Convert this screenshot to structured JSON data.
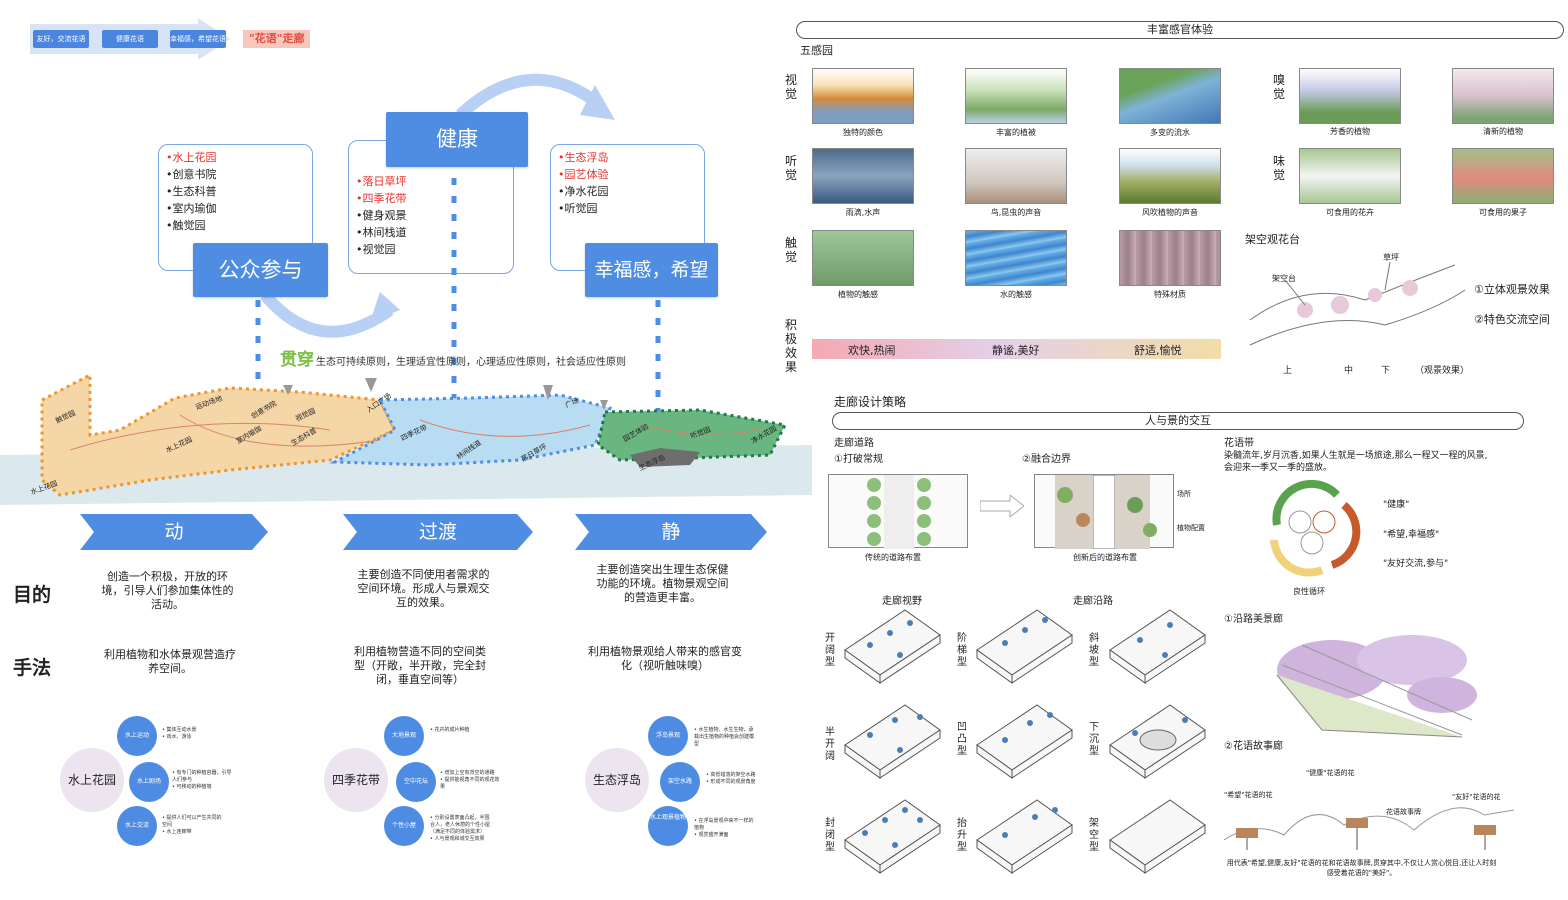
{
  "flow": {
    "steps": [
      "友好，交流花语",
      "健康花语",
      "幸福感，希望花语"
    ],
    "tag": "\"花语\"走廊"
  },
  "concepts": {
    "health": "健康",
    "public": "公众参与",
    "happy": "幸福感，希望",
    "left_list": [
      "•水上花园",
      "•创意书院",
      "•生态科普",
      "•室内瑜伽",
      "•触觉园"
    ],
    "left_red_count": 1,
    "mid_list": [
      "•落日草坪",
      "•四季花带",
      "•健身观景",
      "•林间栈道",
      "•视觉园"
    ],
    "mid_red_count": 2,
    "right_list": [
      "•生态浮岛",
      "•园艺体验",
      "•净水花园",
      "•听觉园"
    ],
    "right_red_count": 2
  },
  "principle": {
    "keyword": "贯穿",
    "text": "生态可持续原则，生理适宜性原则，心理适应性原则，社会适应性原则"
  },
  "map_labels": [
    "触觉园",
    "运动场地",
    "创意书院",
    "视觉园",
    "水上花园",
    "室内瑜伽",
    "入口广场",
    "生态科普",
    "四季花带",
    "林间栈道",
    "落日草坪",
    "广场",
    "园艺体验",
    "听觉园",
    "净水花园",
    "生态浮岛",
    "水上花园"
  ],
  "zones": {
    "dong": "动",
    "guodu": "过渡",
    "jing": "静"
  },
  "row_labels": {
    "purpose": "目的",
    "method": "手法"
  },
  "purpose": [
    "创造一个积极，开放的环境，引导人们参加集体性的活动。",
    "主要创造不同使用者需求的空间环境。形成人与景观交互的效果。",
    "主要创造突出生理生态保健功能的环境。植物景观空间的营造更丰富。"
  ],
  "method": [
    "利用植物和水体景观营造疗养空间。",
    "利用植物营造不同的空间类型（开敞，半开敞，完全封闭，垂直空间等）",
    "利用植物景观给人带来的感官变化（视听触味嗅）"
  ],
  "bubbles": [
    {
      "main": "水上花园",
      "small": [
        "水上运动",
        "水上剧场",
        "水上交流"
      ],
      "notes": [
        "• 集体互动水景\n• 戏水、游泳",
        "• 有专门的种植容器，引导人们参与\n• 可移动的种植墙",
        "• 提供人们可以产生共同的空间\n• 水上连廊带"
      ]
    },
    {
      "main": "四季花带",
      "small": [
        "大地景观",
        "空中花坛",
        "个性小屋"
      ],
      "notes": [
        "• 花卉的成片种植",
        "• 增加上空有背空的通路\n• 提供能视角不同的观花效果",
        "• 分别设置表面凸起，半围合人，老人休憩的个性小屋（满足不同的体验需求）\n• 人与景观和城交互效果"
      ]
    },
    {
      "main": "生态浮岛",
      "small": [
        "浮岛景观",
        "架空水路",
        "水上观景植物"
      ],
      "notes": [
        "• 水生植物、水生生物，承载出生植物的种植会创建模型",
        "• 高低错落的架空水路\n• 形成不同的观景角度",
        "• 在浮岛景观中来不一样的植物\n• 观赏盛开满面"
      ]
    }
  ],
  "senses": {
    "header": "丰富感官体验",
    "garden": "五感园",
    "rows": [
      {
        "label": "视觉",
        "caps": [
          "独特的颜色",
          "丰富的植被",
          "多变的流水"
        ]
      },
      {
        "label": "听觉",
        "caps": [
          "雨滴,水声",
          "鸟,昆虫的声音",
          "风吹植物的声音"
        ]
      },
      {
        "label": "触觉",
        "caps": [
          "植物的触感",
          "水的触感",
          "特殊材质"
        ]
      }
    ],
    "right_rows": [
      {
        "label": "嗅觉",
        "caps": [
          "芳香的植物",
          "清新的植物"
        ]
      },
      {
        "label": "味觉",
        "caps": [
          "可食用的花卉",
          "可食用的果子"
        ]
      }
    ],
    "effect_label": "积极效果",
    "effects": [
      "欢快,热闹",
      "静谧,美好",
      "舒适,愉悦"
    ],
    "platform": {
      "title": "架空观花台",
      "labels": [
        "架空台",
        "草坪"
      ],
      "points": [
        "①立体观景效果",
        "②特色交流空间"
      ],
      "views": [
        "上",
        "中",
        "下",
        "（观景效果）"
      ]
    }
  },
  "corridor": {
    "title": "走廊设计策略",
    "header": "人与景的交互",
    "road_title": "走廊道路",
    "road_steps": [
      "①打破常规",
      "②融合边界"
    ],
    "road_caps": [
      "传统的道路布置",
      "创新后的道路布置"
    ],
    "road_legend": [
      "场所",
      "植物配置"
    ],
    "flower_title": "花语带",
    "flower_text": "染髓流年,岁月沉香,如果人生就是一场旅途,那么一程又一程的风景,会迎来一季又一季的盛放。",
    "cycle_labels": [
      "\"健康\"",
      "\"希望,幸福感\"",
      "\"友好交流,参与\""
    ],
    "cycle_caption": "良性循环",
    "view_title": "走廊视野",
    "edge_title": "走廊沿路",
    "types": [
      [
        "开阔型",
        "阶梯型",
        "斜坡型"
      ],
      [
        "半开阔",
        "凹凸型",
        "下沉型"
      ],
      [
        "封闭型",
        "抬升型",
        "架空型"
      ]
    ],
    "view1": "①沿路美景廊",
    "view2": "②花语故事廊",
    "story_labels": [
      "\"健康\"花语的花",
      "\"希望\"花语的花",
      "\"友好\"花语的花",
      "花语故事牌"
    ],
    "story_text": "用代表\"希望,健康,友好\"花语的花和花语故事牌,贯穿其中,不仅让人赏心悦目,还让人时刻感受着花语的\"美好\"。"
  }
}
